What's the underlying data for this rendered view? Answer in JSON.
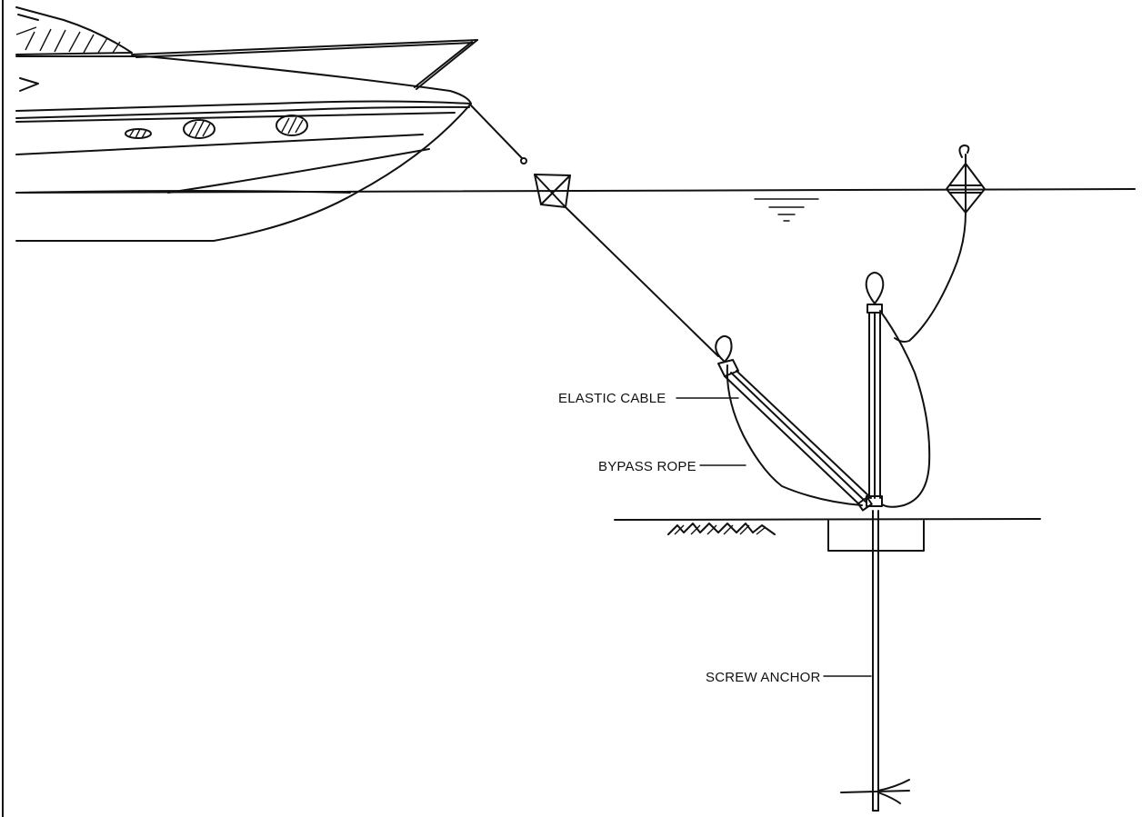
{
  "labels": {
    "elastic_cable": "ELASTIC CABLE",
    "bypass_rope": "BYPASS ROPE",
    "screw_anchor": "SCREW ANCHOR"
  }
}
